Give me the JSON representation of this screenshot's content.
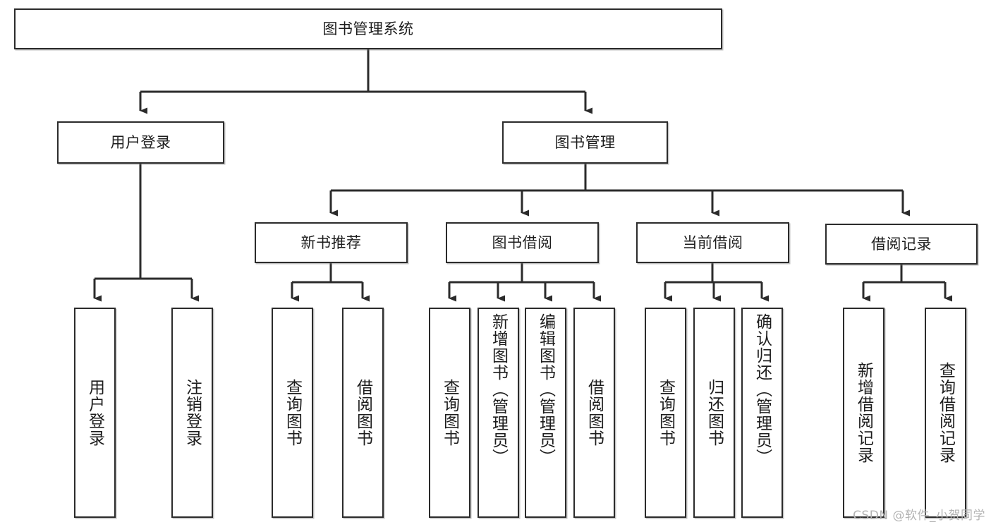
{
  "diagram": {
    "type": "tree",
    "title": "图书管理系统",
    "colors": {
      "box_border": "#2b2b2b",
      "box_fill": "#ffffff",
      "connector": "#2b2b2b",
      "text": "#1d1d1d",
      "watermark": "#b3b3b3"
    },
    "root": {
      "label": "图书管理系统"
    },
    "level2": [
      {
        "label": "用户登录"
      },
      {
        "label": "图书管理"
      }
    ],
    "level3": [
      {
        "label": "新书推荐"
      },
      {
        "label": "图书借阅"
      },
      {
        "label": "当前借阅"
      },
      {
        "label": "借阅记录"
      }
    ],
    "leaves": {
      "user_login": [
        {
          "label": "用户登录"
        },
        {
          "label": "注销登录"
        }
      ],
      "new_book_recommend": [
        {
          "label": "查询图书"
        },
        {
          "label": "借阅图书"
        }
      ],
      "book_borrow": [
        {
          "label": "查询图书"
        },
        {
          "label": "新增图书（管理员）"
        },
        {
          "label": "编辑图书（管理员）"
        },
        {
          "label": "借阅图书"
        }
      ],
      "current_borrow": [
        {
          "label": "查询图书"
        },
        {
          "label": "归还图书"
        },
        {
          "label": "确认归还（管理员）"
        }
      ],
      "borrow_record": [
        {
          "label": "新增借阅记录"
        },
        {
          "label": "查询借阅记录"
        }
      ]
    }
  },
  "watermark": {
    "text": "CSDN @软件_小贺同学"
  }
}
